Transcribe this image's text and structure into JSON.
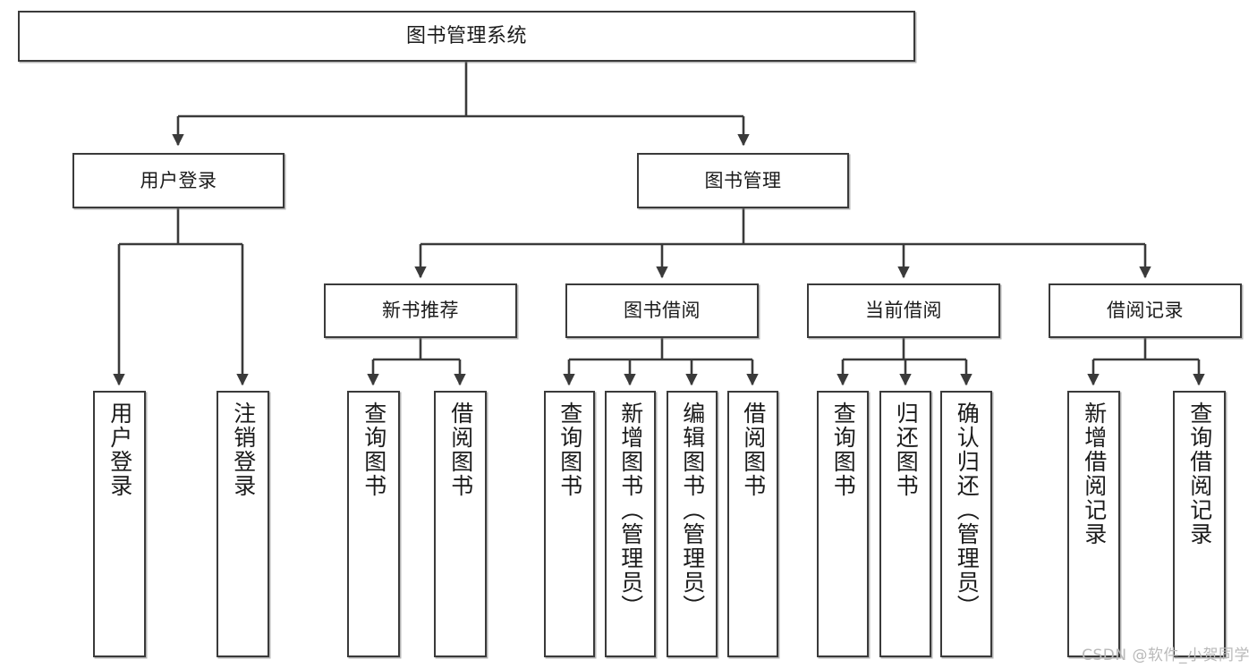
{
  "diagram": {
    "title": "图书管理系统",
    "type": "tree",
    "orientation": "top-down",
    "line_color": "#3a3a3a",
    "box_border_color": "#3a3a3a",
    "box_fill_color": "#ffffff",
    "text_color": "#1b1b1b"
  },
  "watermark": {
    "text": "CSDN @软件_小贺同学",
    "color": "#b9b9b9"
  },
  "nodes": {
    "root": {
      "label": "图书管理系统"
    },
    "level2": [
      {
        "label": "用户登录"
      },
      {
        "label": "图书管理"
      }
    ],
    "level3": [
      {
        "label": "新书推荐"
      },
      {
        "label": "图书借阅"
      },
      {
        "label": "当前借阅"
      },
      {
        "label": "借阅记录"
      }
    ],
    "leaves": {
      "user_login": [
        {
          "label": "用户登录"
        },
        {
          "label": "注销登录"
        }
      ],
      "new_book": [
        {
          "label": "查询图书"
        },
        {
          "label": "借阅图书"
        }
      ],
      "book_borrow": [
        {
          "label": "查询图书"
        },
        {
          "label": "新增图书（管理员）"
        },
        {
          "label": "编辑图书（管理员）"
        },
        {
          "label": "借阅图书"
        }
      ],
      "current_borrow": [
        {
          "label": "查询图书"
        },
        {
          "label": "归还图书"
        },
        {
          "label": "确认归还（管理员）"
        }
      ],
      "borrow_record": [
        {
          "label": "新增借阅记录"
        },
        {
          "label": "查询借阅记录"
        }
      ]
    }
  }
}
